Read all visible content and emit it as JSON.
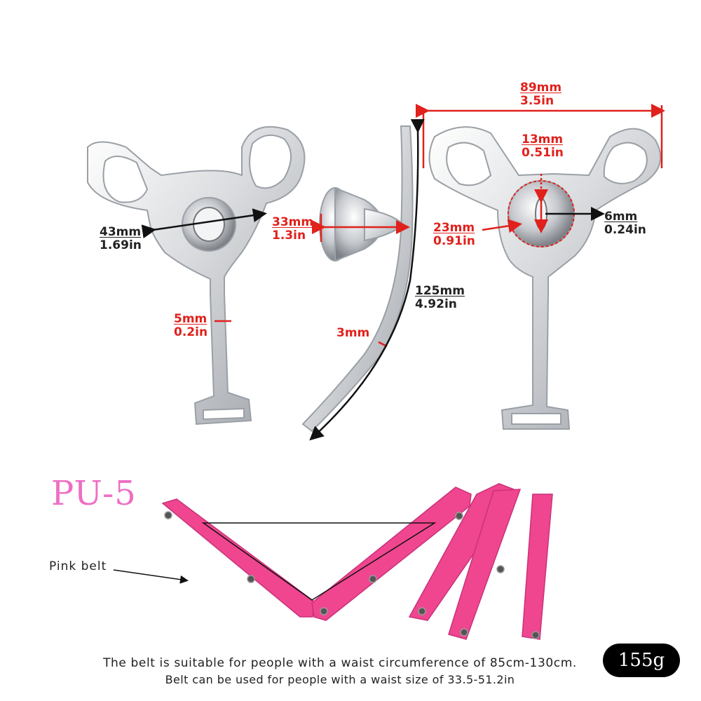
{
  "dimensions": {
    "left_width": {
      "mm": "43mm",
      "in": "1.69in"
    },
    "stem_width": {
      "mm": "5mm",
      "in": "0.2in"
    },
    "tube_length": {
      "mm": "33mm",
      "in": "1.3in"
    },
    "thickness": {
      "mm": "3mm"
    },
    "total_length": {
      "mm": "125mm",
      "in": "4.92in"
    },
    "overall_width": {
      "mm": "89mm",
      "in": "3.5in"
    },
    "hole_height": {
      "mm": "13mm",
      "in": "0.51in"
    },
    "hole_width": {
      "mm": "6mm",
      "in": "0.24in"
    },
    "ring_diameter": {
      "mm": "23mm",
      "in": "0.91in"
    }
  },
  "model": "PU-5",
  "belt_label": "Pink belt",
  "description": {
    "line1": "The belt is suitable for people with a waist circumference of 85cm-130cm.",
    "line2": "Belt can be used for people with a waist size of 33.5-51.2in"
  },
  "weight": "155g",
  "colors": {
    "dimension_red": "#e0211c",
    "belt_pink": "#f0468f",
    "model_pink": "#ee6fc4"
  }
}
